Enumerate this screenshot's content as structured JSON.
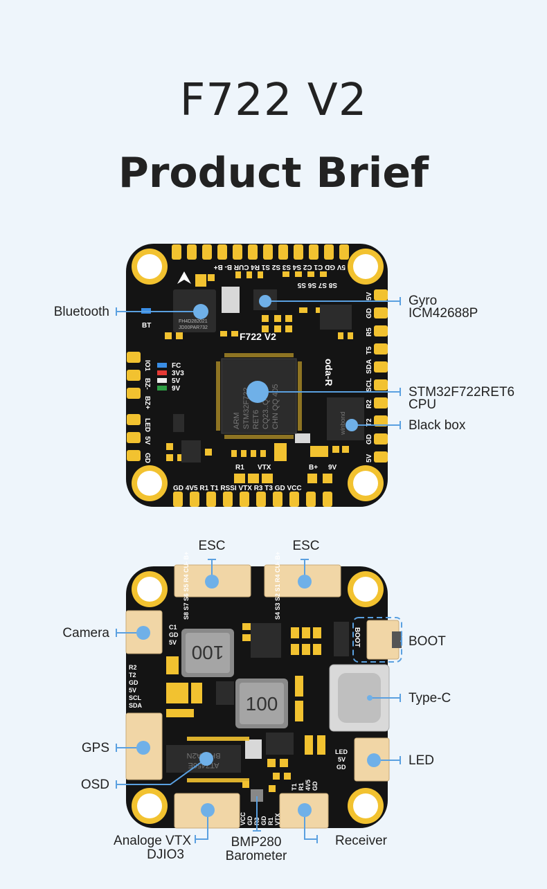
{
  "header": {
    "title": "F722 V2",
    "subtitle": "Product Brief"
  },
  "top_board": {
    "board_label": "F722  V2",
    "brand": "oda-R",
    "top_pads": "5V GD C1 C2 S4 S3 S2 S1 R4 CUR B- B+",
    "top_pads_row2": "S8 S7 S6 S5",
    "bt_label": "BT",
    "left_pads": [
      "IO1",
      "BZ-",
      "BZ+",
      "LED",
      "5V",
      "GD"
    ],
    "right_pads": [
      "5V",
      "GD",
      "R5",
      "T5",
      "SDA",
      "SCL",
      "R2",
      "T2",
      "GD",
      "5V"
    ],
    "bottom_pads": "GD 4V5 R1 T1 RSSI VTX R3 T3 GD VCC",
    "bottom_row2": [
      "R1",
      "VTX",
      "B+",
      "9V"
    ],
    "leds": [
      "FC",
      "3V3",
      "5V",
      "9V"
    ],
    "led_colors": [
      "#3a8ee6",
      "#e53935",
      "#eeeeee",
      "#2e9d44"
    ],
    "chip_text": [
      "ARM",
      "STM32F722",
      "RET6",
      "CQ23..Q",
      "CHN QQ 405"
    ],
    "bt_chip_text": [
      "FH4D282021",
      "JD00PAR732"
    ],
    "flash_text": "winbond",
    "callouts": {
      "bluetooth": "Bluetooth",
      "gyro_1": "Gyro",
      "gyro_2": "ICM42688P",
      "cpu_1": "STM32F722RET6",
      "cpu_2": "CPU",
      "blackbox": "Black box"
    }
  },
  "bottom_board": {
    "inductor_text": "100",
    "osd_chip_text": [
      "AT7456E",
      "BH65A2N"
    ],
    "esc_pads": "S8 S7 S6 S5 R4 CU- B+",
    "esc_pads_2": "S4 S3 S2 S1 R4 CU- B+",
    "camera_pads": [
      "C1",
      "GD",
      "5V"
    ],
    "gps_pads": [
      "R2",
      "T2",
      "GD",
      "5V",
      "SCL",
      "SDA"
    ],
    "led_pads": [
      "LED",
      "5V",
      "GD"
    ],
    "vtx_pads": [
      "VCC",
      "GD",
      "R3",
      "GD",
      "R1",
      "VTX"
    ],
    "rx_pads": [
      "T1",
      "R1",
      "4V5",
      "GD"
    ],
    "boot_label": "BOOT",
    "callouts": {
      "esc_left": "ESC",
      "esc_right": "ESC",
      "camera": "Camera",
      "gps": "GPS",
      "osd": "OSD",
      "boot": "BOOT",
      "typec": "Type-C",
      "led": "LED",
      "vtx_1": "Analoge  VTX",
      "vtx_2": "DJIO3",
      "baro_1": "BMP280",
      "baro_2": "Barometer",
      "receiver": "Receiver"
    }
  },
  "colors": {
    "board": "#141414",
    "pad": "#f2c230",
    "connector": "#f1d6a6",
    "callout_dot": "#6fb0e8",
    "callout_line": "#5aa0e0",
    "background": "#eef5fb"
  }
}
